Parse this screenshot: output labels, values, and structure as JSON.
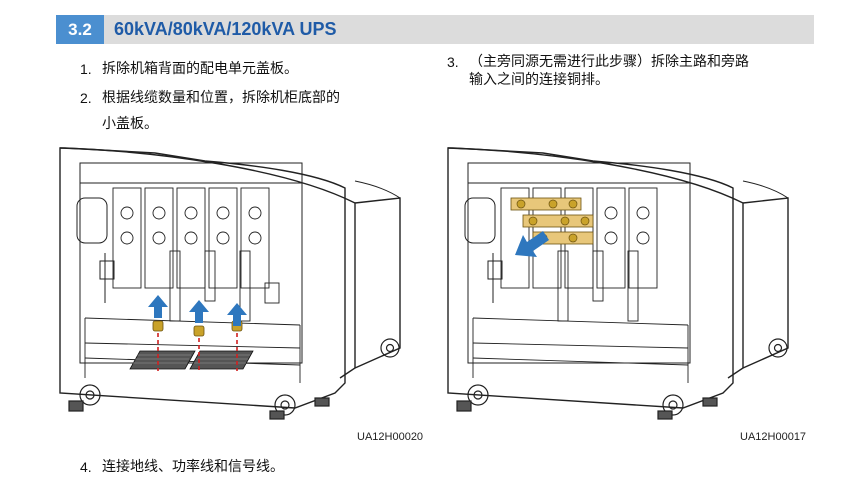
{
  "section": {
    "number": "3.2",
    "title": "60kVA/80kVA/120kVA UPS"
  },
  "steps": [
    {
      "num": "1.",
      "text": "拆除机箱背面的配电单元盖板。"
    },
    {
      "num": "2.",
      "text_line1": "根据线缆数量和位置，拆除机柜底部的",
      "text_line2": "小盖板。"
    },
    {
      "num": "3.",
      "text_line1": "（主旁同源无需进行此步骤）拆除主路和旁路",
      "text_line2": "输入之间的连接铜排。"
    },
    {
      "num": "4.",
      "text": "连接地线、功率线和信号线。"
    }
  ],
  "figures": [
    {
      "code": "UA12H00020",
      "annotation": "three-up-arrows-screws"
    },
    {
      "code": "UA12H00017",
      "annotation": "diagonal-arrow-copper-bar"
    }
  ],
  "colors": {
    "accent": "#4b8fd0",
    "title": "#1f5ba7",
    "arrow": "#2e77be",
    "dash": "#d02020",
    "copper": "#c9a22a"
  }
}
